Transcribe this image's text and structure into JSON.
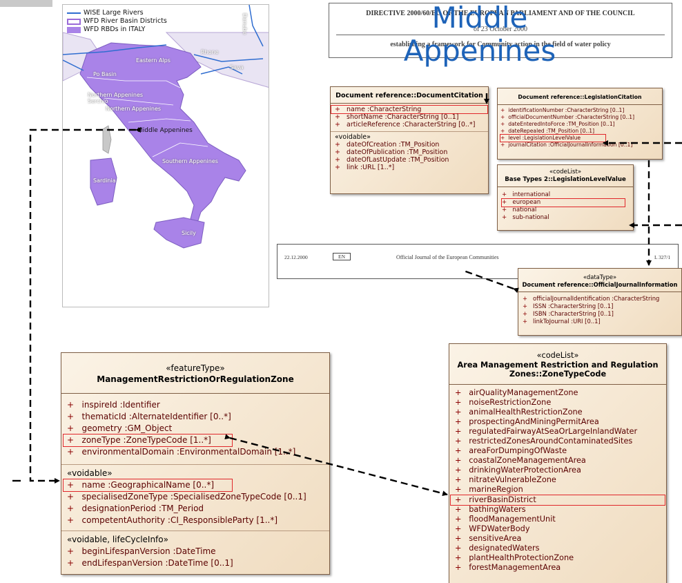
{
  "big_title": "Middle Appenines",
  "map": {
    "legend": [
      "WISE Large Rivers",
      "WFD River Basin Districts",
      "WFD RBDs in ITALY"
    ],
    "labels": {
      "danube": "Danube",
      "sava": "Sava",
      "eastern_alps": "Eastern Alps",
      "po_basin": "Po Basin",
      "northern_appenines_serchio": "Northern Appenines Serchio",
      "northern_appenines": "Northern Appenines",
      "middle_appenines": "Middle Appenines",
      "southern_appenines": "Southern Appenines",
      "sardinia": "Sardinia",
      "sicily": "Sicily",
      "rhone": "Rhone"
    }
  },
  "directive": {
    "line1": "DIRECTIVE 2000/60/EC OF THE EUROPEAN PARLIAMENT AND OF THE COUNCIL",
    "line2": "of 23 October 2000",
    "line3": "establishing a framework for Community action in the field of water policy"
  },
  "doc_citation": {
    "title": "Document reference::DocumentCitation",
    "attrs": [
      "name  :CharacterString",
      "shortName  :CharacterString [0..1]",
      "articleReference  :CharacterString [0..*]"
    ],
    "voidable_label": "«voidable»",
    "voidable_attrs": [
      "dateOfCreation  :TM_Position",
      "dateOfPublication  :TM_Position",
      "dateOfLastUpdate  :TM_Position",
      "link  :URL [1..*]"
    ]
  },
  "leg_citation": {
    "title": "Document reference::LegislationCitation",
    "attrs": [
      "identificationNumber  :CharacterString [0..1]",
      "officialDocumentNumber  :CharacterString [0..1]",
      "dateEnteredIntoForce  :TM_Position [0..1]",
      "dateRepealed  :TM_Position [0..1]",
      "level  :LegislationLevelValue",
      "journalCitation  :OfficialJournalInformation [0..1]"
    ]
  },
  "level_value": {
    "stereotype": "«codeList»",
    "title": "Base Types 2::LegislationLevelValue",
    "items": [
      "international",
      "european",
      "national",
      "sub-national"
    ]
  },
  "oj": {
    "date": "22.12.2000",
    "lang": "EN",
    "title": "Official Journal of the European Communities",
    "page": "L 327/1"
  },
  "oj_info": {
    "stereotype": "«dataType»",
    "title": "Document reference::OfficialJournalInformation",
    "attrs": [
      "officialJournalIdentification  :CharacterString",
      "ISSN  :CharacterString [0..1]",
      "ISBN  :CharacterString [0..1]",
      "linkToJournal  :URI [0..1]"
    ]
  },
  "feature": {
    "stereotype": "«featureType»",
    "title": "ManagementRestrictionOrRegulationZone",
    "attrs": [
      "inspireId  :Identifier",
      "thematicId  :AlternateIdentifier [0..*]",
      "geometry  :GM_Object",
      "zoneType  :ZoneTypeCode [1..*]",
      "environmentalDomain  :EnvironmentalDomain [1..*]"
    ],
    "voidable_label": "«voidable»",
    "voidable_attrs": [
      "name  :GeographicalName [0..*]",
      "specialisedZoneType  :SpecialisedZoneTypeCode [0..1]",
      "designationPeriod  :TM_Period",
      "competentAuthority  :CI_ResponsibleParty [1..*]"
    ],
    "lifecycle_label": "«voidable, lifeCycleInfo»",
    "lifecycle_attrs": [
      "beginLifespanVersion  :DateTime",
      "endLifespanVersion  :DateTime [0..1]"
    ]
  },
  "zonetype": {
    "stereotype": "«codeList»",
    "title_line1": "Area Management Restriction and Regulation",
    "title_line2": "Zones::ZoneTypeCode",
    "items": [
      "airQualityManagementZone",
      "noiseRestrictionZone",
      "animalHealthRestrictionZone",
      "prospectingAndMiningPermitArea",
      "regulatedFairwayAtSeaOrLargeInlandWater",
      "restrictedZonesAroundContaminatedSites",
      "areaForDumpingOfWaste",
      "coastalZoneManagementArea",
      "drinkingWaterProtectionArea",
      "nitrateVulnerableZone",
      "marineRegion",
      "riverBasinDistrict",
      "bathingWaters",
      "floodManagementUnit",
      "WFDWaterBody",
      "sensitiveArea",
      "designatedWaters",
      "plantHealthProtectionZone",
      "forestManagementArea"
    ]
  },
  "colors": {
    "title_blue": "#1e63b8",
    "highlight_red": "#e0262a",
    "region_purple": "#a983e8",
    "attr_text": "#5a0000"
  }
}
